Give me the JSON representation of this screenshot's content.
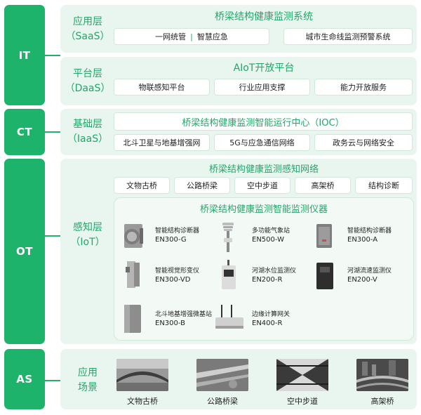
{
  "sidebar": {
    "it": "IT",
    "ct": "CT",
    "ot": "OT",
    "as": "AS"
  },
  "saas": {
    "label_1": "应用层",
    "label_2": "（SaaS）",
    "title": "桥梁结构健康监测系统",
    "left_a": "一网统管",
    "left_b": "智慧应急",
    "right": "城市生命线监测预警系统"
  },
  "daas": {
    "label_1": "平台层",
    "label_2": "（DaaS）",
    "title": "AIoT开放平台",
    "items": [
      "物联感知平台",
      "行业应用支撑",
      "能力开放服务"
    ]
  },
  "iaas": {
    "label_1": "基础层",
    "label_2": "（IaaS）",
    "title": "桥梁结构健康监测智能运行中心（IOC）",
    "items": [
      "北斗卫星与地基增强网",
      "5G与应急通信网络",
      "政务云与网络安全"
    ]
  },
  "iot": {
    "label_1": "感知层",
    "label_2": "（IoT）",
    "network_title": "桥梁结构健康监测感知网络",
    "network_items": [
      "文物古桥",
      "公路桥梁",
      "空中步道",
      "高架桥",
      "结构诊断"
    ],
    "instrument_title": "桥梁结构健康监测智能监测仪器",
    "devices": [
      {
        "name": "智能结构诊断器",
        "code": "EN300-G"
      },
      {
        "name": "多功能气象站",
        "code": "EN500-W"
      },
      {
        "name": "智能结构诊断器",
        "code": "EN300-A"
      },
      {
        "name": "智能视觉形变仪",
        "code": "EN300-VD"
      },
      {
        "name": "河湖水位监测仪",
        "code": "EN200-R"
      },
      {
        "name": "河湖流速监测仪",
        "code": "EN200-V"
      },
      {
        "name": "北斗地基增强微基站",
        "code": "EN300-B"
      },
      {
        "name": "边缘计算网关",
        "code": "EN400-R"
      }
    ]
  },
  "scenes": {
    "label_1": "应用",
    "label_2": "场景",
    "items": [
      "文物古桥",
      "公路桥梁",
      "空中步道",
      "高架桥"
    ]
  }
}
